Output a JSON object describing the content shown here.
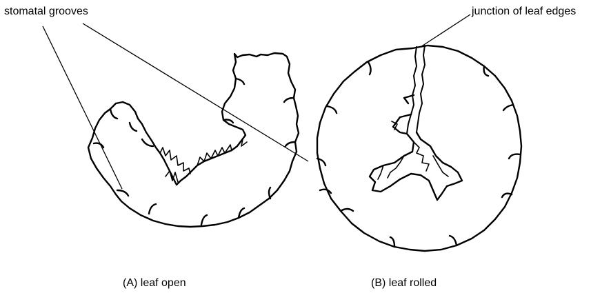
{
  "labels": {
    "stomatal_grooves": "stomatal grooves",
    "junction": "junction of leaf edges"
  },
  "captions": {
    "a": "(A) leaf open",
    "b": "(B) leaf rolled"
  },
  "colors": {
    "line": "#000000",
    "background": "#ffffff"
  }
}
